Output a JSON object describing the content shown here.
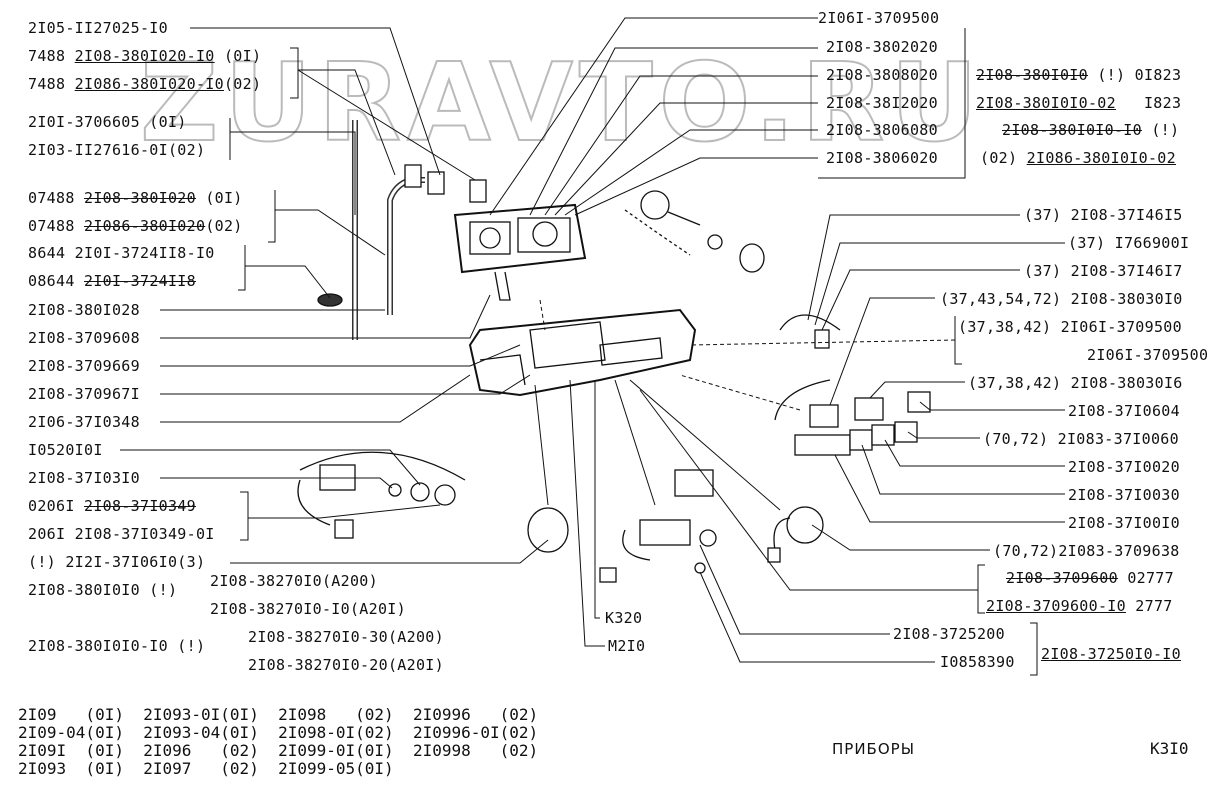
{
  "watermark": "ZURAVTO.RU",
  "title": "ПРИБОРЫ",
  "page_code": "К3I0",
  "left_labels": {
    "l1": "2I05-II27025-I0",
    "l2a": "7488 ",
    "l2b": "2I08-380I020-I0",
    "l2c": " (0I)",
    "l3a": "7488 ",
    "l3b": "2I086-380I020-I0",
    "l3c": "(02)",
    "l4": "2I0I-3706605 (0I)",
    "l5": "2I03-II27616-0I(02)",
    "l6a": "07488 ",
    "l6b": "2I08-380I020",
    "l6c": " (0I)",
    "l7a": "07488 ",
    "l7b": "2I086-380I020",
    "l7c": "(02)",
    "l8": "8644 2I0I-3724II8-I0",
    "l9a": "08644 ",
    "l9b": "2I0I-3724II8",
    "l10": "2I08-380I028",
    "l11": "2I08-3709608",
    "l12": "2I08-3709669",
    "l13": "2I08-370967I",
    "l14": "2I06-37I0348",
    "l15": "I0520I0I",
    "l16": "2I08-37I03I0",
    "l17a": "0206I ",
    "l17b": "2I08-37I0349",
    "l18": "206I 2I08-37I0349-0I",
    "l19": "(!) 2I2I-37I06I0(3)",
    "l20": "2I08-380I0I0 (!)",
    "l20b": "2I08-38270I0(A200)",
    "l20c": "2I08-38270I0-I0(A20I)",
    "l21": "2I08-380I0I0-I0 (!)",
    "l21b": "2I08-38270I0-30(A200)",
    "l21c": "2I08-38270I0-20(A20I)"
  },
  "top_labels": {
    "t1": "2I06I-3709500",
    "t2": "2I08-3802020",
    "t3": "2I08-3808020",
    "t4": "2I08-38I2020",
    "t5": "2I08-3806080",
    "t6": "2I08-3806020",
    "r1a": "2I08-380I0I0",
    "r1b": "(!) 0I823",
    "r2a": "2I08-380I0I0-02",
    "r2b": "I823",
    "r3a": "2I08-380I0I0-I0",
    "r3b": "(!)",
    "r4a": "(02) ",
    "r4b": "2I086-380I0I0-02"
  },
  "right_labels": {
    "a1": "(37) 2I08-37I46I5",
    "a2": "(37) I766900I",
    "a3": "(37) 2I08-37I46I7",
    "a4": "(37,43,54,72) 2I08-38030I0",
    "a5": "(37,38,42) 2I06I-3709500",
    "a6": "2I06I-3709500",
    "a7": "(37,38,42) 2I08-38030I6",
    "a8": "2I08-37I0604",
    "a9": "(70,72) 2I083-37I0060",
    "a10": "2I08-37I0020",
    "a11": "2I08-37I0030",
    "a12": "2I08-37I00I0",
    "a13": "(70,72)2I083-3709638",
    "a14a": "2I08-3709600",
    "a14b": " 02777",
    "a15a": "2I08-3709600-I0",
    "a15b": " 2777",
    "a16": "2I08-3725200",
    "a17": "I0858390",
    "a18": "2I08-37250I0-I0",
    "k320": "К320",
    "m2i0": "М2I0"
  },
  "models": [
    [
      "2I09",
      "(0I)",
      "2I093-0I(0I)",
      "2I098",
      "(02)",
      "2I0996",
      "(02)"
    ],
    [
      "2I09-04(0I)",
      "",
      "2I093-04(0I)",
      "2I098-0I(02)",
      "",
      "2I0996-0I(02)",
      ""
    ],
    [
      "2I09I",
      "(0I)",
      "2I096",
      "(02)",
      "2I099-0I(0I)",
      "2I0998",
      "(02)"
    ],
    [
      "2I093",
      "(0I)",
      "2I097",
      "(02)",
      "2I099-05(0I)",
      "",
      ""
    ]
  ],
  "models_text": {
    "r1": "2I09   (0I)  2I093-0I(0I)  2I098   (02)  2I0996   (02)",
    "r2": "2I09-04(0I)  2I093-04(0I)  2I098-0I(02)  2I0996-0I(02)",
    "r3": "2I09I  (0I)  2I096   (02)  2I099-0I(0I)  2I0998   (02)",
    "r4": "2I093  (0I)  2I097   (02)  2I099-05(0I)"
  }
}
